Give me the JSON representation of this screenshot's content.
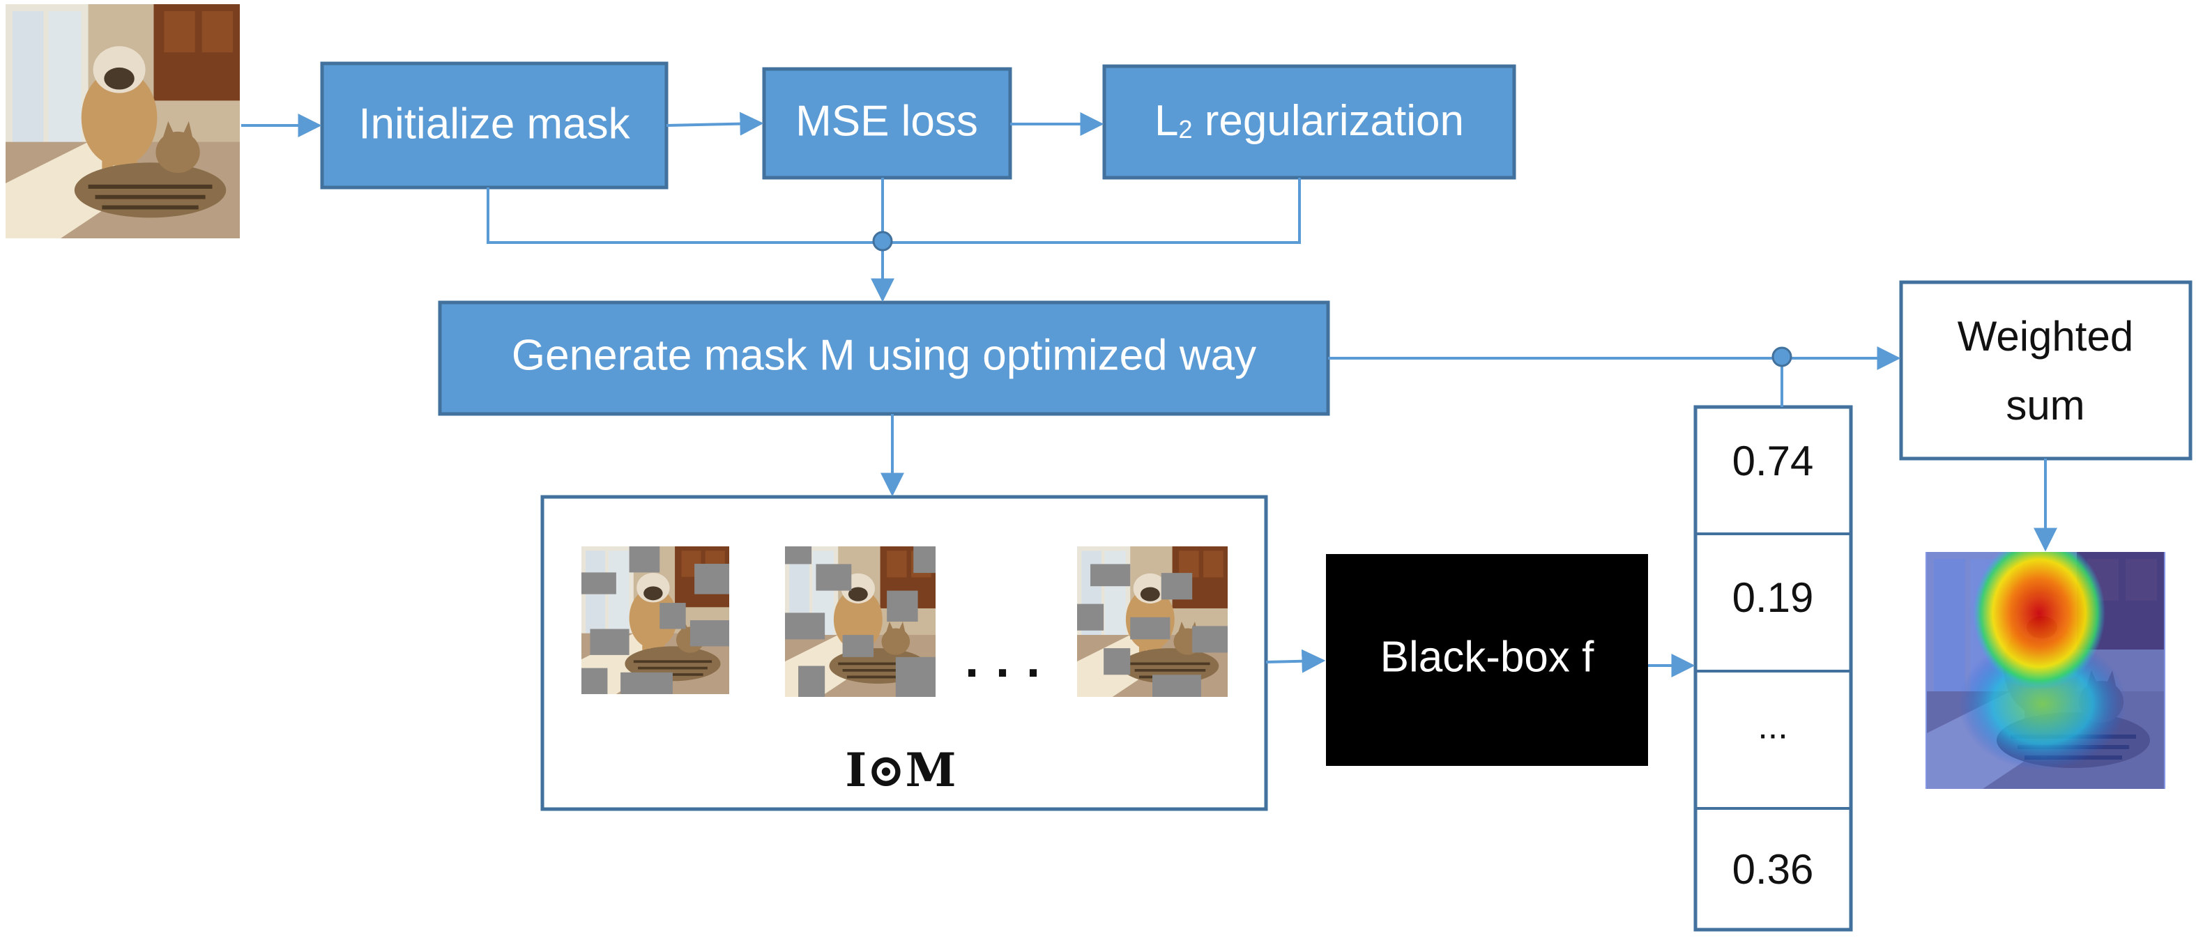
{
  "pipeline": {
    "init_mask_label": "Initialize mask",
    "mse_loss_label": "MSE loss",
    "l2_reg_label": "L",
    "l2_reg_subscript": "2",
    "l2_reg_suffix": " regularization",
    "generate_mask_label": "Generate mask M using optimized way",
    "weighted_sum_line1": "Weighted",
    "weighted_sum_line2": "sum",
    "black_box_label": "Black-box f"
  },
  "masked_images": {
    "ellipsis": "· · ·",
    "formula": "I⊙M"
  },
  "scores": [
    "0.74",
    "0.19",
    "...",
    "0.36"
  ],
  "colors": {
    "box_fill": "#5b9bd5",
    "box_border": "#41719c",
    "arrow": "#5b9bd5",
    "black_box": "#000000",
    "outline_box": "#41719c"
  },
  "icons": {
    "input_photo": "dog-and-cat-photo",
    "masked_photo": "occluded-photo",
    "heatmap": "saliency-heatmap"
  }
}
